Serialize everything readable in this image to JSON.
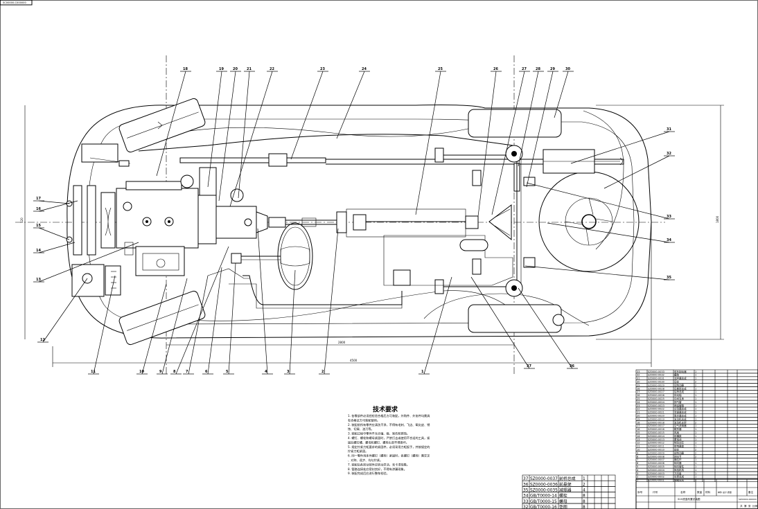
{
  "drawing_number": "SC00000-C000000",
  "title_block": {
    "drawing_code": "SZ00000-000000",
    "drawing_name": "SUV底盘布置总装图",
    "header_code": "代号",
    "header_name": "名称",
    "header_qty": "数量",
    "header_material": "材料",
    "header_mass": "单件 总计 质量",
    "header_note": "备注",
    "header_seq": "序号",
    "scale_cells": [
      "共",
      "第",
      "张",
      "比例"
    ]
  },
  "technical_requirements": {
    "title": "技术要求",
    "lines": [
      "1. 各零部件必须经检验合格后方可装配，外购件、外协件均需具有合格证方可装配使用。",
      "2. 装配前所有零件应清洗干净，不得有毛刺、飞边、氧化皮、锈蚀、切屑、油污等。",
      "3. 装配过程中零件不允许磕、碰、划伤和锈蚀。",
      "4. 螺钉、螺栓和螺母紧固时，严禁打击或使用不合适的工具，紧固后螺钉槽、螺母和螺钉、螺栓头部不得损坏。",
      "5. 规定拧紧力矩要求的紧固件，必须采用力矩扳手，并按规定的拧紧力矩紧固。",
      "6. 同一零件用多件螺钉（螺栓）紧固时，各螺钉（螺栓）需交叉、对称、逐步、均匀拧紧。",
      "7. 装配后各转动部件应转动灵活，无卡滞现象。",
      "8. 管路连接处应密封良好，不得有渗漏现象。",
      "9. 装配完成后应进行整车检验。"
    ]
  },
  "part_labels": [
    "1",
    "2",
    "3",
    "4",
    "5",
    "6",
    "7",
    "8",
    "9",
    "10",
    "11",
    "12",
    "13",
    "14",
    "15",
    "16",
    "17",
    "18",
    "19",
    "20",
    "21",
    "22",
    "23",
    "24",
    "25",
    "26",
    "27",
    "28",
    "29",
    "30",
    "31",
    "32",
    "33",
    "34",
    "35",
    "36",
    "37"
  ],
  "dimensions": {
    "overall_length": "4500",
    "wheelbase": "2800",
    "overall_width": "1800",
    "front_overhang": "120"
  },
  "bom_rows": [
    {
      "seq": "33",
      "code": "SZ0000-0033",
      "name": "驻车制动器",
      "qty": "1"
    },
    {
      "seq": "32",
      "code": "SZ0000-0032",
      "name": "备胎",
      "qty": "1"
    },
    {
      "seq": "31",
      "code": "SZ0000-0031",
      "name": "消声器总成",
      "qty": "1"
    },
    {
      "seq": "30",
      "code": "SZ0000-0030",
      "name": "后轮",
      "qty": "2"
    },
    {
      "seq": "29",
      "code": "SZ0000-0029",
      "name": "后制动器",
      "qty": "2"
    },
    {
      "seq": "28",
      "code": "SZ0000-0028",
      "name": "后悬架总成",
      "qty": "1"
    },
    {
      "seq": "27",
      "code": "SZ0000-0027",
      "name": "后桥总成",
      "qty": "1"
    },
    {
      "seq": "26",
      "code": "SZ0000-0026",
      "name": "传动轴",
      "qty": "1"
    },
    {
      "seq": "25",
      "code": "SZ0000-0025",
      "name": "中间支承",
      "qty": "1"
    },
    {
      "seq": "24",
      "code": "SZ0000-0024",
      "name": "排气管",
      "qty": "1"
    },
    {
      "seq": "23",
      "code": "SZ0000-0023",
      "name": "燃油管路",
      "qty": "1"
    },
    {
      "seq": "22",
      "code": "SZ0000-0022",
      "name": "分动器总成",
      "qty": "1"
    },
    {
      "seq": "21",
      "code": "SZ0000-0021",
      "name": "变速器总成",
      "qty": "1"
    },
    {
      "seq": "20",
      "code": "SZ0000-0020",
      "name": "离合器总成",
      "qty": "1"
    },
    {
      "seq": "19",
      "code": "SZ0000-0019",
      "name": "发动机总成",
      "qty": "1"
    },
    {
      "seq": "18",
      "code": "SZ0000-0018",
      "name": "发动机支架",
      "qty": "2"
    },
    {
      "seq": "17",
      "code": "SZ0000-0017",
      "name": "空气滤清器",
      "qty": "1"
    },
    {
      "seq": "16",
      "code": "SZ0000-0016",
      "name": "散热器",
      "qty": "1"
    },
    {
      "seq": "15",
      "code": "SZ0000-0015",
      "name": "风扇",
      "qty": "1"
    },
    {
      "seq": "14",
      "code": "SZ0000-0014",
      "name": "前横梁",
      "qty": "1"
    },
    {
      "seq": "13",
      "code": "SZ0000-0013",
      "name": "蓄电池",
      "qty": "1"
    },
    {
      "seq": "12",
      "code": "SZ0000-0012",
      "name": "制动主缸",
      "qty": "1"
    },
    {
      "seq": "11",
      "code": "SZ0000-0011",
      "name": "继电器盒",
      "qty": "1"
    },
    {
      "seq": "10",
      "code": "SZ0000-0010",
      "name": "前轮",
      "qty": "2"
    },
    {
      "seq": "9",
      "code": "SZ0000-0009",
      "name": "前制动器",
      "qty": "2"
    },
    {
      "seq": "8",
      "code": "SZ0000-0008",
      "name": "转向节",
      "qty": "2"
    },
    {
      "seq": "7",
      "code": "SZ0000-0007",
      "name": "横拉杆",
      "qty": "1"
    },
    {
      "seq": "6",
      "code": "SZ0000-0006",
      "name": "转向器",
      "qty": "1"
    },
    {
      "seq": "5",
      "code": "SZ0000-0005",
      "name": "转向管柱",
      "qty": "1"
    },
    {
      "seq": "4",
      "code": "SZ0000-0004",
      "name": "换挡机构",
      "qty": "1"
    },
    {
      "seq": "3",
      "code": "SZ0000-0003",
      "name": "方向盘",
      "qty": "1"
    },
    {
      "seq": "2",
      "code": "SZ0000-0002",
      "name": "车架总成",
      "qty": "1"
    },
    {
      "seq": "1",
      "code": "SZ0000-0001",
      "name": "油箱总成",
      "qty": "1"
    }
  ],
  "small_bom_rows": [
    {
      "seq": "37",
      "code": "SZ0000-0037",
      "name": "前桥总成",
      "qty": "1"
    },
    {
      "seq": "36",
      "code": "SZ0000-0036",
      "name": "前悬架",
      "qty": "2"
    },
    {
      "seq": "35",
      "code": "SZ0000-0035",
      "name": "减振器",
      "qty": "4"
    },
    {
      "seq": "34",
      "code": "GB/T0000-14",
      "name": "螺栓",
      "qty": "8"
    },
    {
      "seq": "33",
      "code": "GB/T0000-15",
      "name": "螺母",
      "qty": "8"
    },
    {
      "seq": "32",
      "code": "GB/T0000-16",
      "name": "垫圈",
      "qty": "8"
    }
  ]
}
